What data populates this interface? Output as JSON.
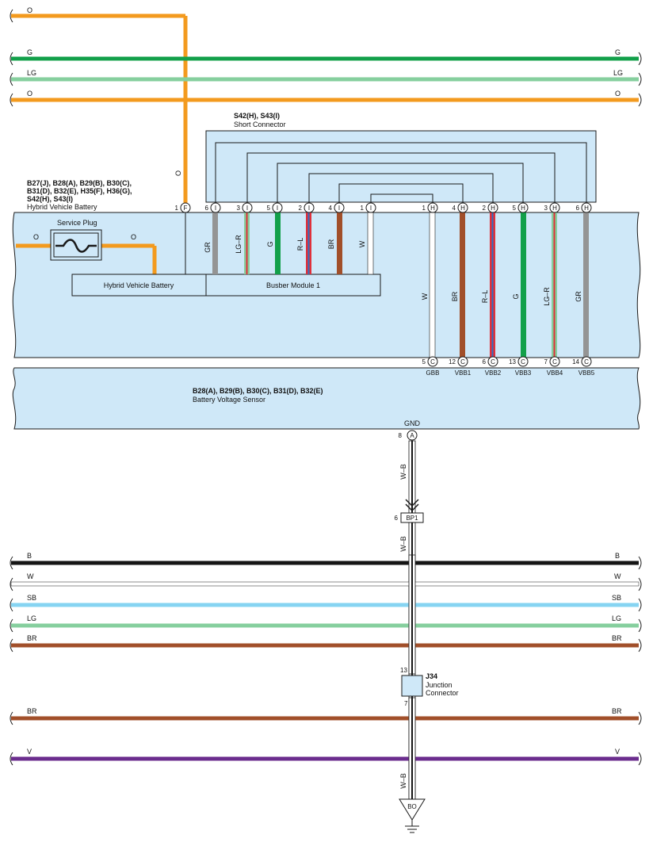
{
  "colors": {
    "O": "#f39a1e",
    "G": "#12a04a",
    "LG": "#86cf9e",
    "B": "#151515",
    "W": "#ffffff",
    "SB": "#86d4f2",
    "BR": "#a14f2a",
    "V": "#6b2d8e",
    "GR": "#949494",
    "R": "#e0303a",
    "L": "#2f6fc0",
    "box_fill": "#cfe8f8",
    "box_stroke": "#1a1a1a"
  },
  "wires": {
    "top_o": "O",
    "bus_g": "G",
    "bus_lg": "LG",
    "bus_o": "O",
    "vertical_o": "O",
    "bus_b": "B",
    "bus_w": "W",
    "bus_sb": "SB",
    "bus_lg2": "LG",
    "bus_br": "BR",
    "bus_br2": "BR",
    "bus_v": "V",
    "ground_wire_1": "W–B",
    "ground_wire_2": "W–B",
    "ground_wire_3": "W–B"
  },
  "short_connector": {
    "code": "S42(H), S43(I)",
    "name": "Short Connector"
  },
  "hv_battery": {
    "codes_line1": "B27(J), B28(A), B29(B), B30(C),",
    "codes_line2": "B31(D), B32(E), H35(F), H36(G),",
    "codes_line3": "S42(H), S43(I)",
    "name": "Hybrid Vehicle Battery",
    "service_plug": "Service Plug",
    "plug_wire_left": "O",
    "plug_wire_right": "O",
    "inner_box1": "Hybrid Vehicle Battery",
    "inner_box2": "Busber Module 1"
  },
  "top_pins": [
    {
      "num": "1",
      "conn": "F"
    },
    {
      "num": "6",
      "conn": "I"
    },
    {
      "num": "3",
      "conn": "I"
    },
    {
      "num": "5",
      "conn": "I"
    },
    {
      "num": "2",
      "conn": "I"
    },
    {
      "num": "4",
      "conn": "I"
    },
    {
      "num": "1",
      "conn": "I"
    },
    {
      "num": "1",
      "conn": "H"
    },
    {
      "num": "4",
      "conn": "H"
    },
    {
      "num": "2",
      "conn": "H"
    },
    {
      "num": "5",
      "conn": "H"
    },
    {
      "num": "3",
      "conn": "H"
    },
    {
      "num": "6",
      "conn": "H"
    }
  ],
  "left_wires": [
    "GR",
    "LG–R",
    "G",
    "R–L",
    "BR",
    "W"
  ],
  "right_wires": [
    "W",
    "BR",
    "R–L",
    "G",
    "LG–R",
    "GR"
  ],
  "bottom_pins": [
    {
      "num": "5",
      "conn": "C",
      "signal": "GBB"
    },
    {
      "num": "12",
      "conn": "C",
      "signal": "VBB1"
    },
    {
      "num": "6",
      "conn": "C",
      "signal": "VBB2"
    },
    {
      "num": "13",
      "conn": "C",
      "signal": "VBB3"
    },
    {
      "num": "7",
      "conn": "C",
      "signal": "VBB4"
    },
    {
      "num": "14",
      "conn": "C",
      "signal": "VBB5"
    }
  ],
  "voltage_sensor": {
    "codes": "B28(A), B29(B), B30(C), B31(D), B32(E)",
    "name": "Battery Voltage Sensor",
    "gnd_label": "GND",
    "gnd_pin": "8",
    "gnd_conn": "A"
  },
  "bp1": {
    "pin": "6",
    "label": "BP1"
  },
  "j34": {
    "code": "J34",
    "name1": "Junction",
    "name2": "Connector",
    "pin_top": "13",
    "pin_bottom": "7"
  },
  "ground": {
    "label": "BO"
  }
}
